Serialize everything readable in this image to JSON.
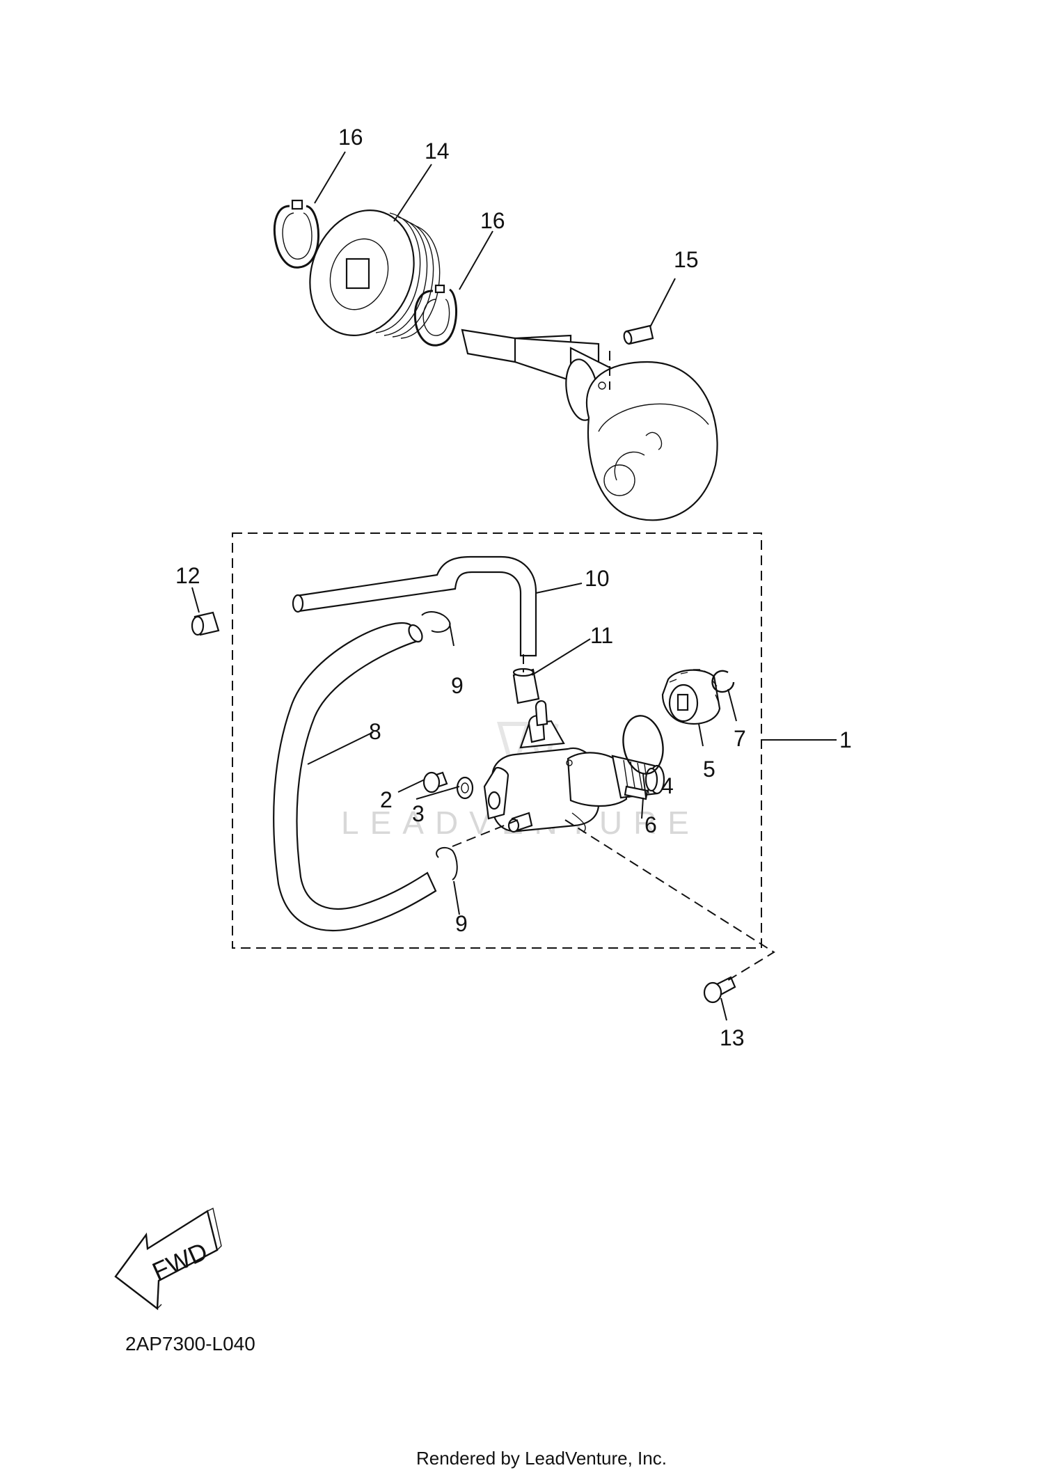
{
  "diagram": {
    "callouts": {
      "c1": "1",
      "c2": "2",
      "c3": "3",
      "c4": "4",
      "c5": "5",
      "c6": "6",
      "c7": "7",
      "c8": "8",
      "c9a": "9",
      "c9b": "9",
      "c10": "10",
      "c11": "11",
      "c12": "12",
      "c13": "13",
      "c14": "14",
      "c15": "15",
      "c16a": "16",
      "c16b": "16"
    },
    "fwd_label": "FWD",
    "drawing_code": "2AP7300-L040",
    "watermark": "LEADVENTURE",
    "footer": "Rendered by LeadVenture, Inc."
  }
}
